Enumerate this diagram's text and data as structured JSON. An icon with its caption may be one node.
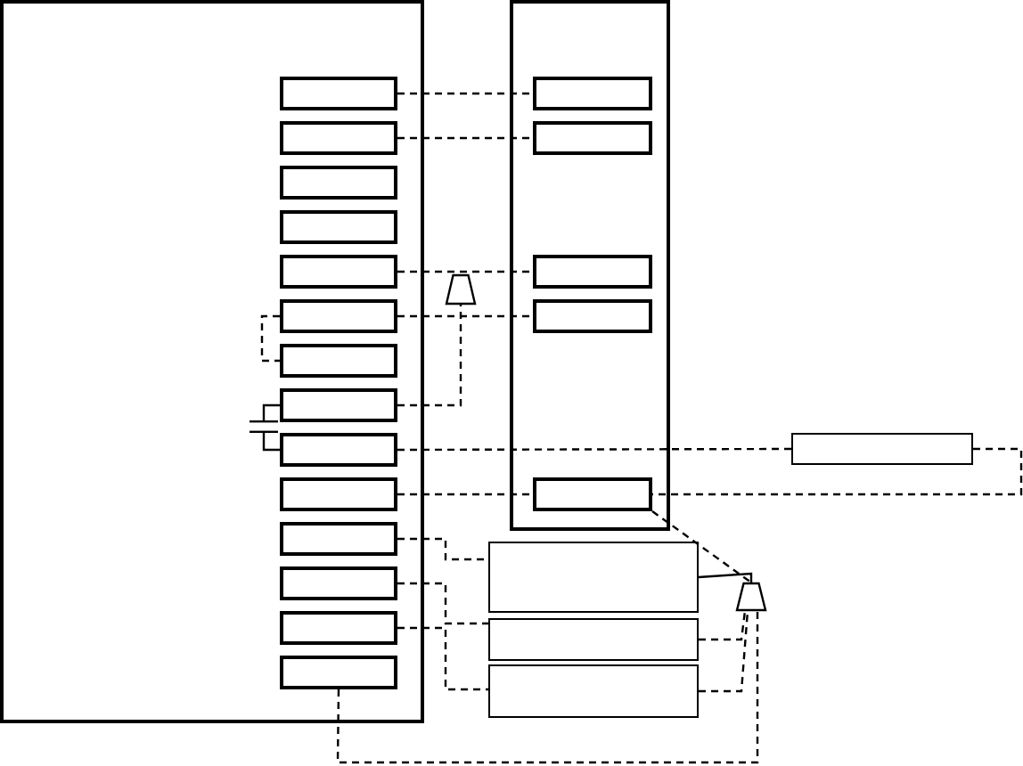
{
  "diagram": {
    "nodes": [
      {
        "text": [],
        "shape": "box"
      },
      {
        "text": [],
        "shape": "box",
        "in": 0
      },
      {
        "text": [],
        "shape": "box",
        "in": 0
      },
      {
        "text": [],
        "shape": "box",
        "in": 0
      },
      {
        "text": [],
        "shape": "box",
        "in": 0
      },
      {
        "text": [],
        "shape": "box",
        "in": 0
      },
      {
        "text": [],
        "shape": "box",
        "in": 0
      },
      {
        "text": [],
        "shape": "box",
        "in": 0
      },
      {
        "text": [],
        "shape": "box",
        "in": 0
      },
      {
        "text": [],
        "shape": "box",
        "in": 0
      },
      {
        "text": [],
        "shape": "box",
        "in": 0
      },
      {
        "text": [],
        "shape": "box",
        "in": 0
      },
      {
        "text": [],
        "shape": "box",
        "in": 0
      },
      {
        "text": [],
        "shape": "box",
        "in": 0
      },
      {
        "text": [],
        "shape": "box",
        "in": 0
      },
      {
        "text": [],
        "shape": "box"
      },
      {
        "text": [],
        "shape": "box",
        "in": 15
      },
      {
        "text": [],
        "shape": "box",
        "in": 15
      },
      {
        "text": [],
        "shape": "box",
        "in": 15
      },
      {
        "text": [],
        "shape": "box",
        "in": 15
      },
      {
        "text": [],
        "shape": "box",
        "in": 15
      },
      {
        "text": [],
        "shape": "trapezoid"
      },
      {
        "text": [],
        "shape": "box"
      },
      {
        "text": [],
        "shape": "box"
      },
      {
        "text": [],
        "shape": "box"
      },
      {
        "text": [],
        "shape": "box"
      },
      {
        "text": [],
        "shape": "trapezoid"
      },
      {
        "text": [],
        "shape": "capacitor",
        "in": 0
      }
    ],
    "edges": [
      {
        "from": 1,
        "to": 16,
        "arrow": "none",
        "style": "dashed"
      },
      {
        "from": 2,
        "to": 17,
        "arrow": "none",
        "style": "dashed"
      },
      {
        "from": 5,
        "to": 18,
        "arrow": "none",
        "style": "dashed"
      },
      {
        "from": 6,
        "to": 19,
        "arrow": "none",
        "style": "dashed"
      },
      {
        "from": 8,
        "to": 21,
        "arrow": "none",
        "style": "dashed"
      },
      {
        "from": 6,
        "to": 7,
        "arrow": "none",
        "style": "dashed"
      },
      {
        "from": 8,
        "to": 27,
        "arrow": "none"
      },
      {
        "from": 27,
        "to": 9,
        "arrow": "none"
      },
      {
        "from": 9,
        "to": 22,
        "arrow": "none",
        "style": "dashed"
      },
      {
        "from": 22,
        "to": 20,
        "arrow": "none",
        "style": "dashed"
      },
      {
        "from": 10,
        "to": 20,
        "arrow": "none",
        "style": "dashed"
      },
      {
        "from": 20,
        "to": 26,
        "arrow": "none",
        "style": "dashed"
      },
      {
        "from": 11,
        "to": 23,
        "arrow": "none",
        "style": "dashed"
      },
      {
        "from": 12,
        "to": 24,
        "arrow": "none",
        "style": "dashed"
      },
      {
        "from": 13,
        "to": 25,
        "arrow": "none",
        "style": "dashed"
      },
      {
        "from": 23,
        "to": 26,
        "arrow": "none"
      },
      {
        "from": 24,
        "to": 26,
        "arrow": "none",
        "style": "dashed"
      },
      {
        "from": 25,
        "to": 26,
        "arrow": "none",
        "style": "dashed"
      },
      {
        "from": 14,
        "to": 26,
        "arrow": "none",
        "style": "dashed"
      }
    ]
  }
}
